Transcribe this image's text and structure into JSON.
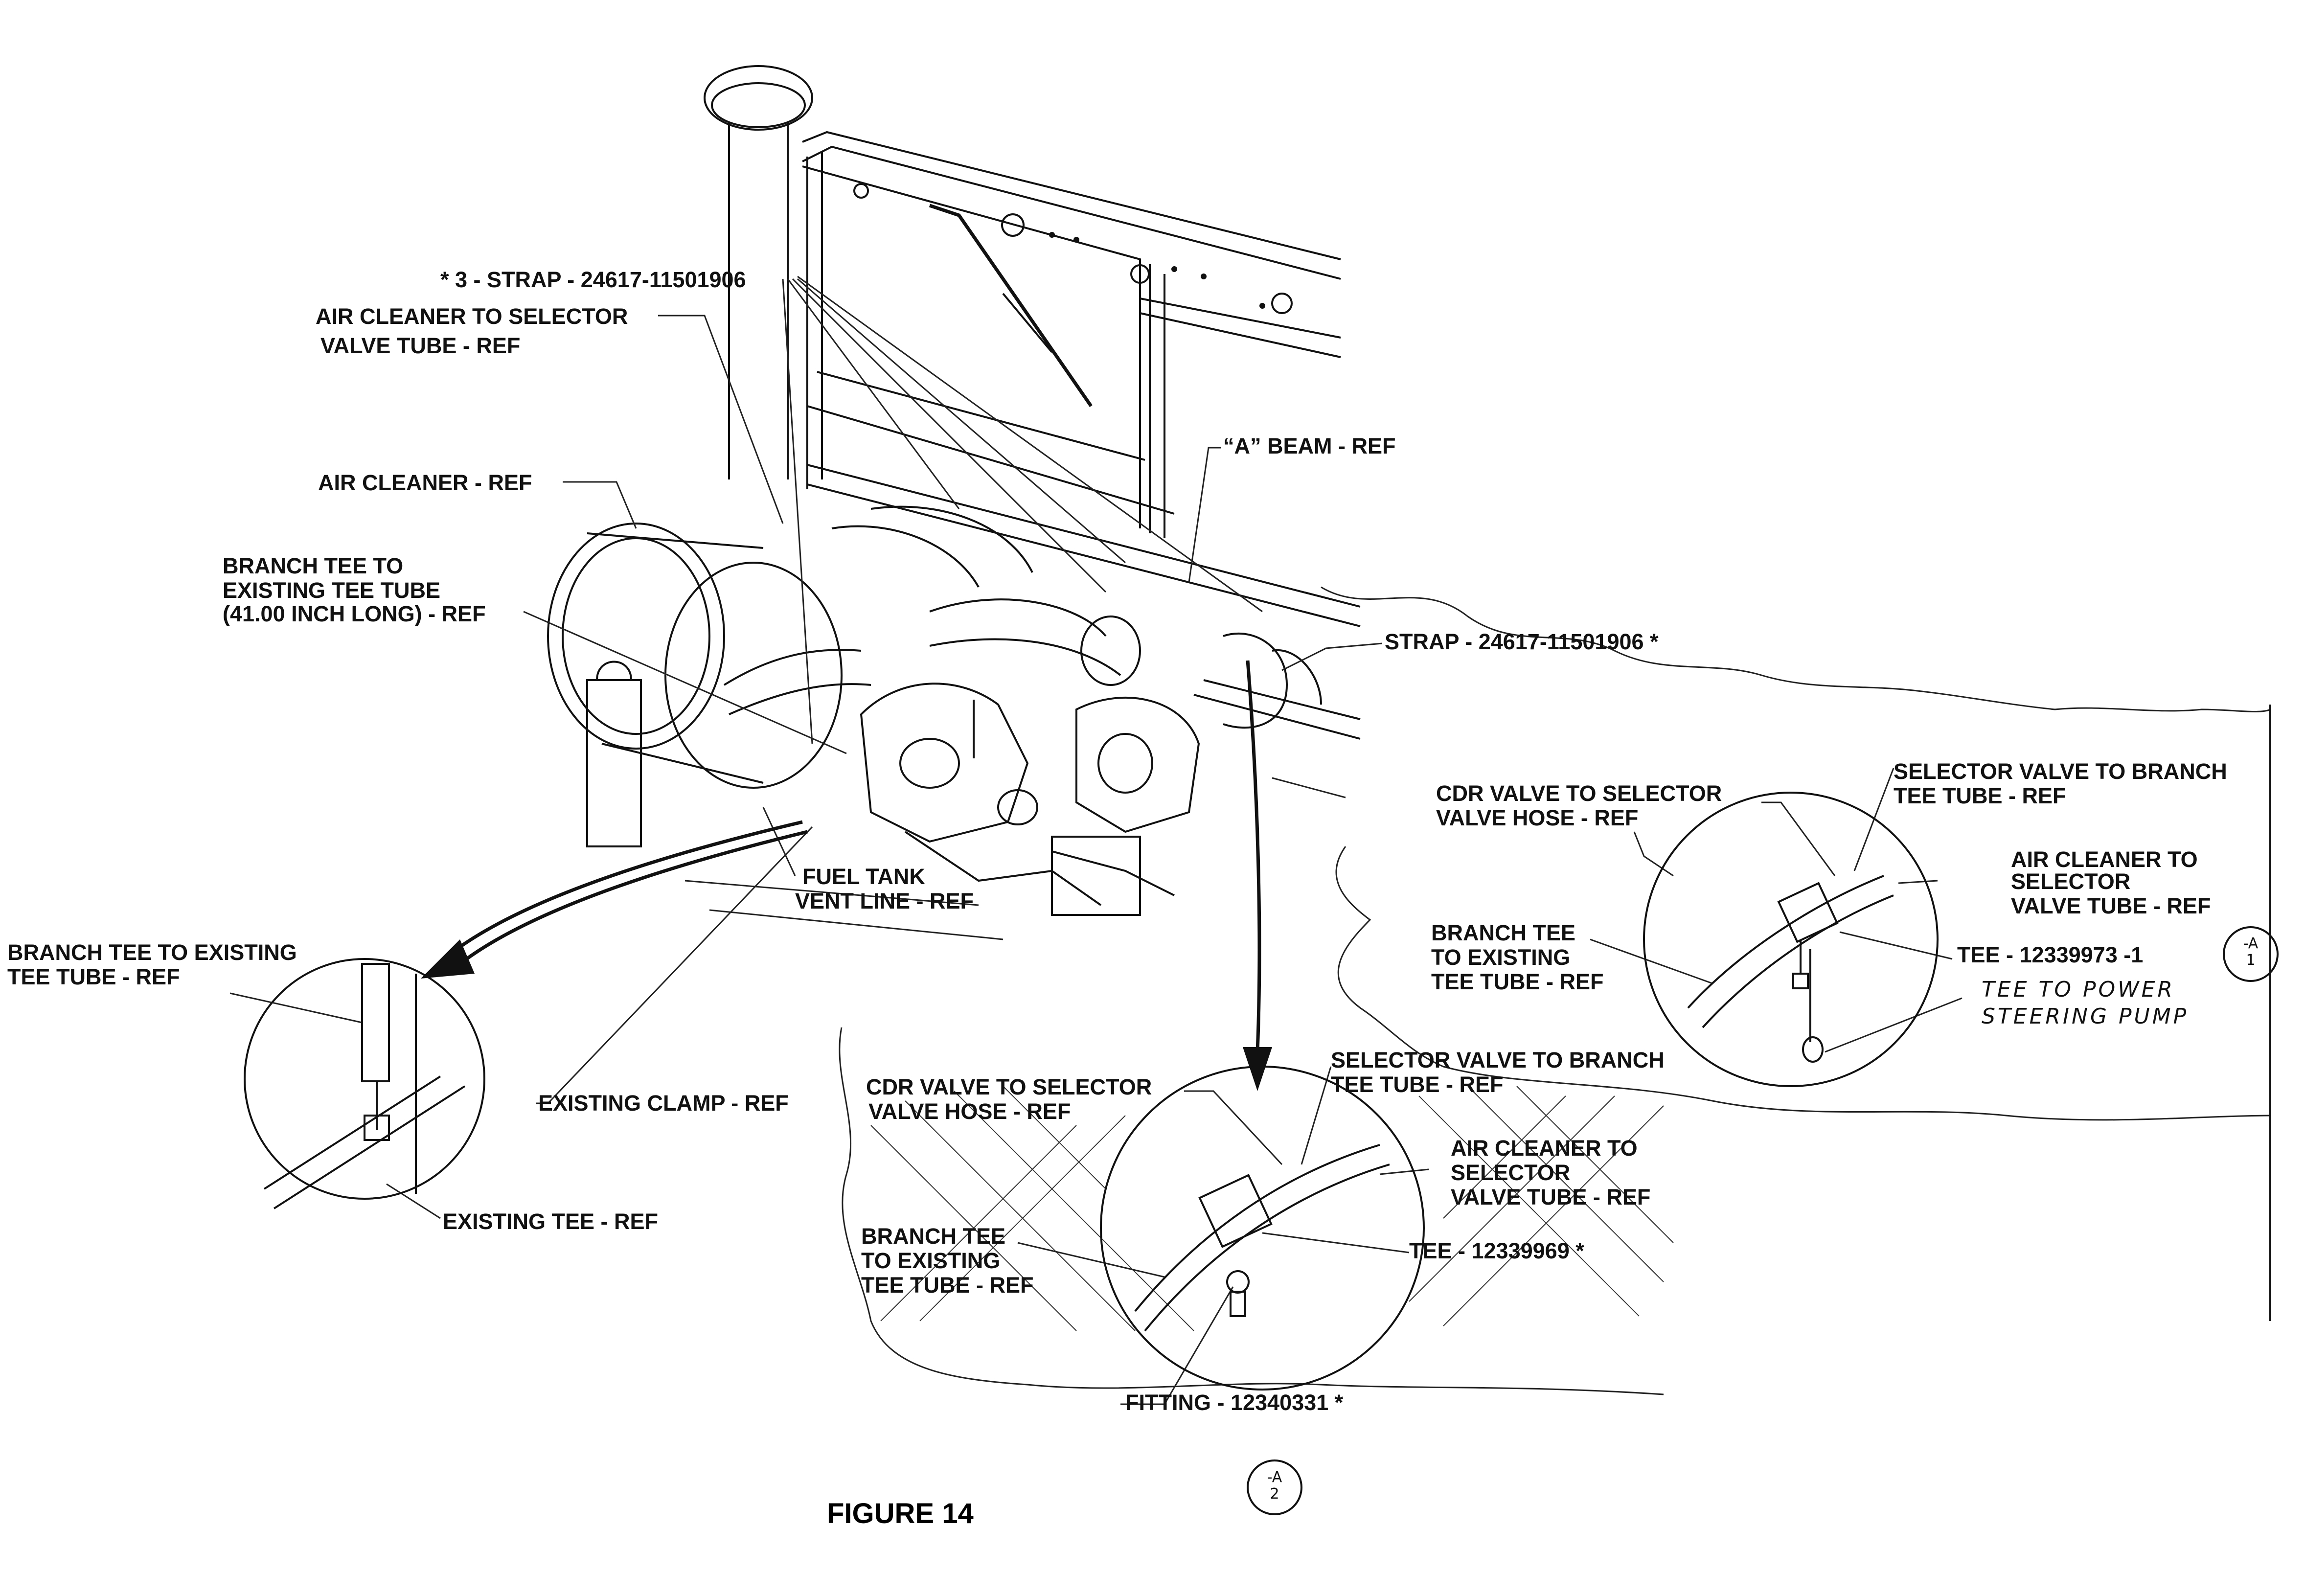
{
  "figure": {
    "caption": "FIGURE 14",
    "callouts": {
      "strap_top": "* 3 - STRAP - 24617-11501906",
      "air_cleaner_tube": [
        "AIR CLEANER TO SELECTOR",
        "VALVE TUBE - REF"
      ],
      "air_cleaner": "AIR CLEANER - REF",
      "a_beam": "“A” BEAM - REF",
      "branch_tee_long": [
        "BRANCH TEE TO",
        "EXISTING TEE TUBE",
        "(41.00 INCH LONG) - REF"
      ],
      "strap_right": "STRAP - 24617-11501906 *",
      "fuel_tank": [
        "FUEL TANK",
        "VENT LINE - REF"
      ],
      "existing_clamp": "EXISTING CLAMP - REF"
    },
    "detail_left": {
      "tube": [
        "BRANCH TEE TO EXISTING",
        "TEE TUBE - REF"
      ],
      "existing_tee": "EXISTING TEE - REF"
    },
    "detail_right": {
      "cdr_hose": [
        "CDR VALVE TO SELECTOR",
        "VALVE HOSE - REF"
      ],
      "selector_branch": [
        "SELECTOR VALVE TO BRANCH",
        "TEE TUBE - REF"
      ],
      "air_cleaner_tube": [
        "AIR CLEANER TO",
        "SELECTOR",
        "VALVE TUBE - REF"
      ],
      "branch_tee": [
        "BRANCH TEE",
        "TO EXISTING",
        "TEE TUBE - REF"
      ],
      "tee": "TEE - 12339973 -1",
      "handwritten_note": [
        "TEE TO POWER",
        "STEERING PUMP"
      ],
      "ref_mark": [
        "-A",
        "1"
      ]
    },
    "detail_bottom": {
      "cdr_hose": [
        "CDR VALVE TO SELECTOR",
        "VALVE HOSE - REF"
      ],
      "selector_branch": [
        "SELECTOR VALVE TO BRANCH",
        "TEE TUBE - REF"
      ],
      "air_cleaner_tube": [
        "AIR CLEANER TO",
        "SELECTOR",
        "VALVE TUBE - REF"
      ],
      "branch_tee": [
        "BRANCH TEE",
        "TO EXISTING",
        "TEE TUBE - REF"
      ],
      "tee": "TEE - 12339969 *",
      "fitting": "FITTING - 12340331 *",
      "ref_mark": [
        "-A",
        "2"
      ]
    }
  }
}
